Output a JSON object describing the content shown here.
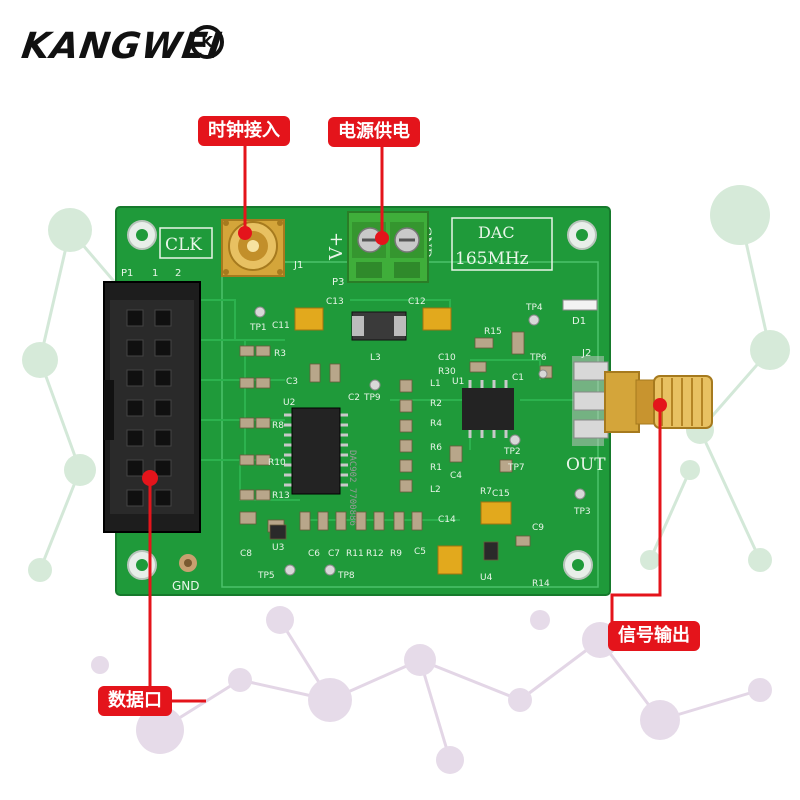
{
  "brand": {
    "logo_text": "KANGWEI",
    "badge_text": "K"
  },
  "callouts": {
    "clock_input": "时钟接入",
    "power_supply": "电源供电",
    "signal_output": "信号输出",
    "data_port": "数据口"
  },
  "board": {
    "labels": {
      "clk": "CLK",
      "vplus": "V+",
      "gnd_top": "GND",
      "dac": "DAC",
      "freq": "165MHz",
      "out": "OUT",
      "gnd_bottom": "GND",
      "p1": "P1",
      "p1_pin1": "1",
      "p1_pin2": "2",
      "j1": "J1",
      "j2": "J2",
      "p3": "P3",
      "d1": "D1",
      "u1": "U1",
      "u2": "U2",
      "u3": "U3",
      "u4": "U4",
      "l1": "L1",
      "l2": "L2",
      "l3": "L3",
      "tp1": "TP1",
      "tp2": "TP2",
      "tp3": "TP3",
      "tp4": "TP4",
      "tp5": "TP5",
      "tp6": "TP6",
      "tp7": "TP7",
      "tp8": "TP8",
      "tp9": "TP9",
      "c1": "C1",
      "c2": "C2",
      "c3": "C3",
      "c4": "C4",
      "c5": "C5",
      "c6": "C6",
      "c7": "C7",
      "c8": "C8",
      "c9": "C9",
      "c10": "C10",
      "c11": "C11",
      "c12": "C12",
      "c13": "C13",
      "c14": "C14",
      "c15": "C15",
      "r1": "R1",
      "r2": "R2",
      "r3": "R3",
      "r4": "R4",
      "r6": "R6",
      "r7": "R7",
      "r8": "R8",
      "r9": "R9",
      "r10": "R10",
      "r11": "R11",
      "r12": "R12",
      "r13": "R13",
      "r14": "R14",
      "r15": "R15",
      "r30": "R30"
    },
    "chip_main": "DAC902\n7700886",
    "colors": {
      "pcb": "#1f9a3a",
      "pcb_dark": "#15792c",
      "silk": "#e8f5e8",
      "gold": "#d4a53a",
      "terminal": "#3fae3a",
      "callout": "#e4141b"
    }
  }
}
